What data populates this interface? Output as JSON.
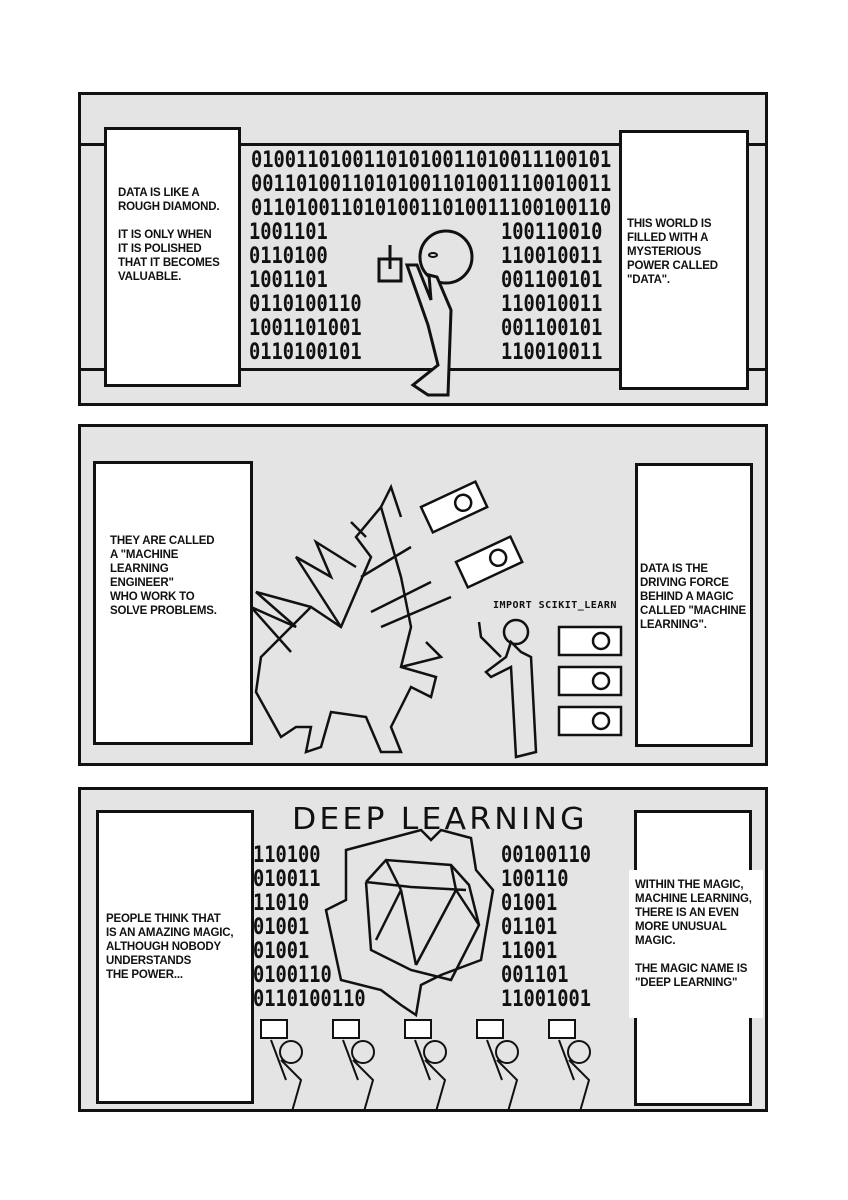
{
  "panels": [
    {
      "left_caption": "DATA IS LIKE A\nROUGH DIAMOND.\n\nIT IS ONLY WHEN\nIT IS POLISHED\nTHAT IT BECOMES\nVALUABLE.",
      "right_caption": "THIS WORLD IS\nFILLED WITH A\nMYSTERIOUS\nPOWER CALLED\n\"DATA\".",
      "binary_top": "01001101001101010011010011100101\n00110100110101001101001110010011\n01101001101010011010011100100110",
      "binary_left": "1001101\n0110100\n1001101\n0110100110\n1001101001\n0110100101",
      "binary_right": "100110010\n110010011\n001100101\n110010011\n001100101\n110010011"
    },
    {
      "left_caption": "THEY ARE CALLED\nA \"MACHINE\nLEARNING\nENGINEER\"\nWHO WORK TO\nSOLVE PROBLEMS.",
      "right_caption": "DATA IS THE\nDRIVING FORCE\nBEHIND A MAGIC\nCALLED \"MACHINE\nLEARNING\".",
      "code_label": "IMPORT SCIKIT_LEARN"
    },
    {
      "title": "DEEP LEARNING",
      "left_caption": "PEOPLE THINK THAT\nIS AN AMAZING MAGIC,\nALTHOUGH NOBODY\nUNDERSTANDS\nTHE POWER...",
      "right_caption": "WITHIN THE MAGIC,\nMACHINE LEARNING,\nTHERE IS AN EVEN\nMORE UNUSUAL\nMAGIC.\n\nTHE MAGIC NAME IS\n\"DEEP LEARNING\"",
      "binary_left": "110100\n010011\n11010\n01001\n01001\n0100110\n0110100110",
      "binary_right": "00100110\n100110\n01001\n01101\n11001\n001101\n11001001"
    }
  ]
}
